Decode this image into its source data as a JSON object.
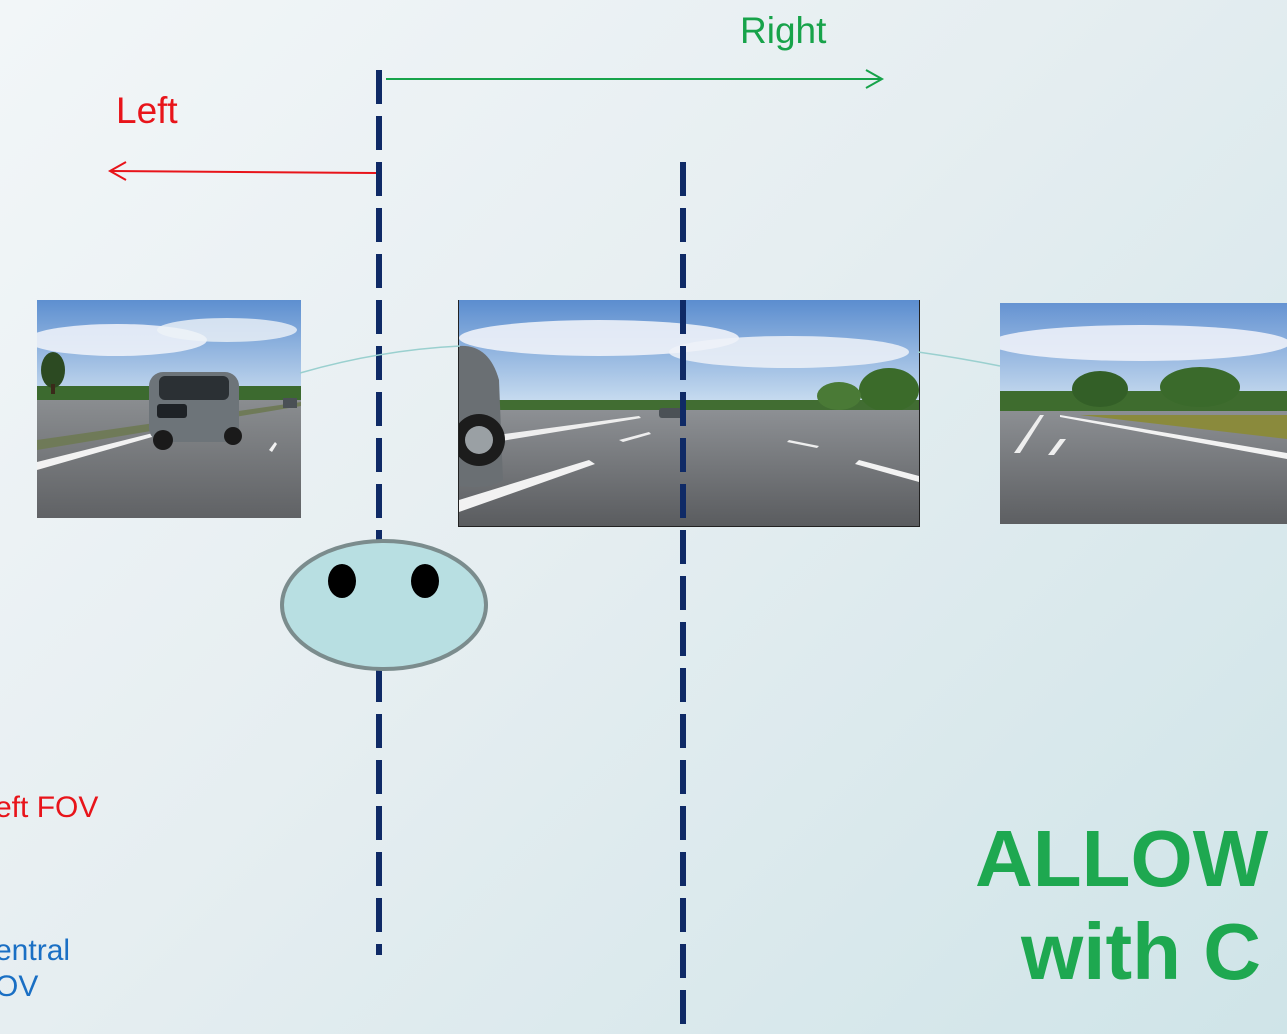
{
  "labels": {
    "right": "Right",
    "left": "Left",
    "left_fov": "eft FOV",
    "central_line1": "entral",
    "central_line2": "OV"
  },
  "headline": {
    "line1": "ALLOW",
    "line2": "with C"
  },
  "colors": {
    "right_arrow": "#17a34a",
    "left_arrow": "#e8141a",
    "dashed_lines": "#0f2a66",
    "head_fill": "#b8dfe2",
    "head_stroke": "#7b8c8d",
    "headline": "#1ea850",
    "central_text": "#1a6fc4"
  },
  "icons": {
    "head": "driver-head-icon",
    "eyes": "eye-icon"
  }
}
